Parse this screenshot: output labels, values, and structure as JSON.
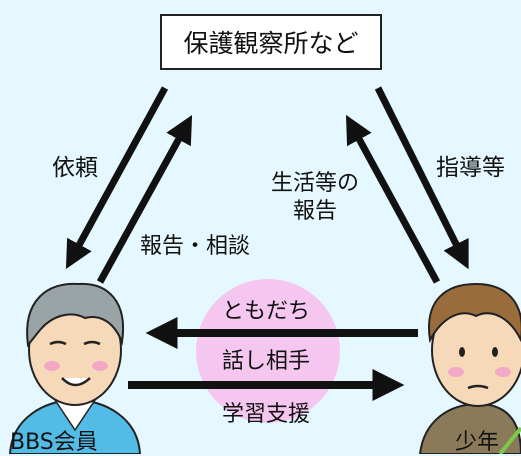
{
  "center_box": "保護観察所など",
  "labels": {
    "request": "依頼",
    "report_consult": "報告・相談",
    "life_report_line1": "生活等の",
    "life_report_line2": "報告",
    "guidance": "指導等",
    "friend": "ともだち",
    "talk_partner": "話し相手",
    "study_support": "学習支援",
    "bbs_member": "BBS会員",
    "youth": "少年"
  },
  "colors": {
    "background": "#e6f8ff",
    "center_circle": "#f4c6f0",
    "arrow": "#111111",
    "box_border": "#222222"
  },
  "icons": [
    "bbs-member-face",
    "youth-face"
  ]
}
